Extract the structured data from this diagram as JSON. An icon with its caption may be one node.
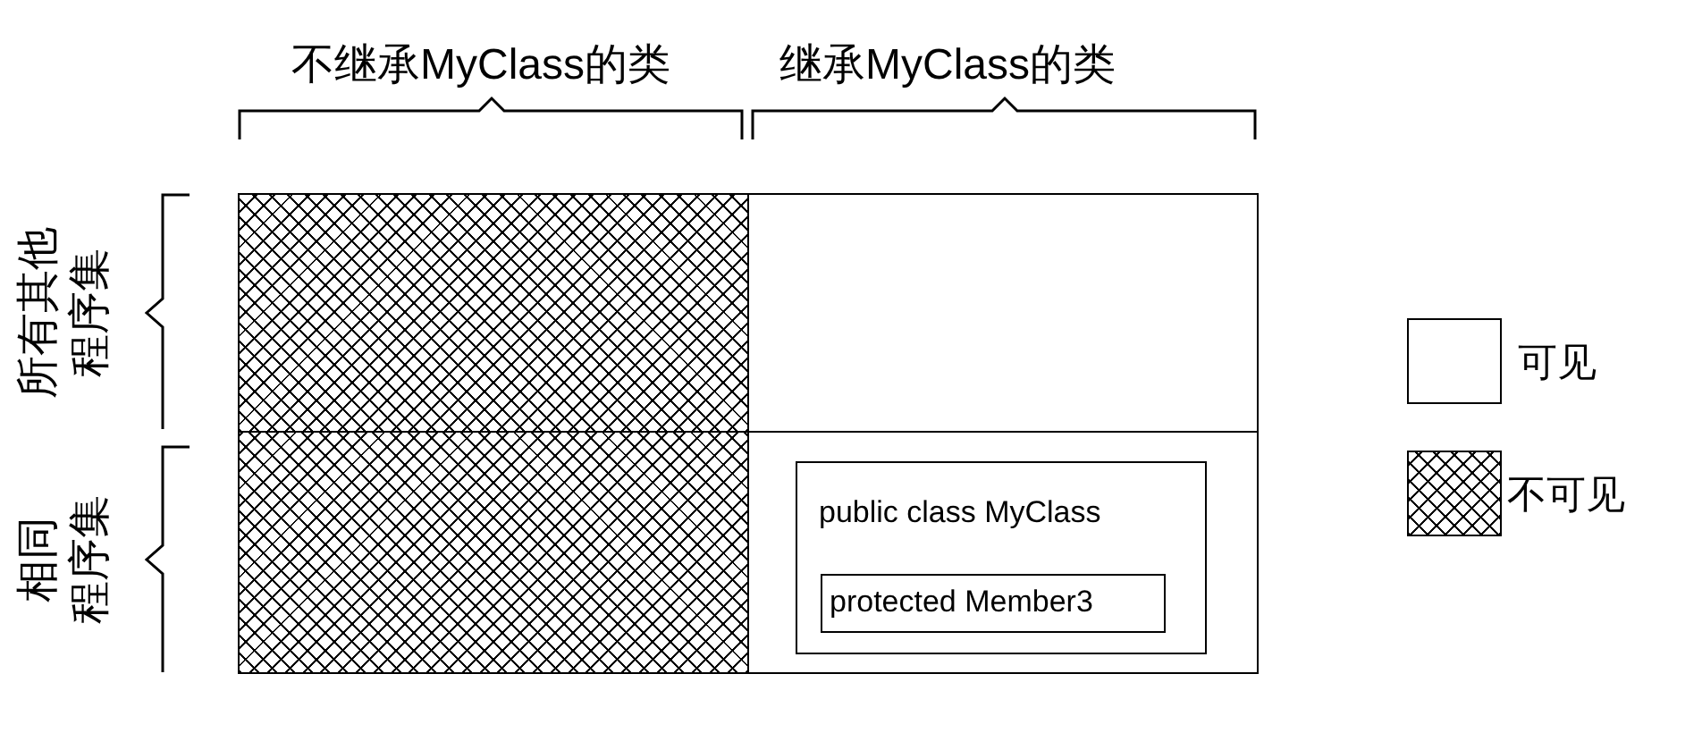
{
  "diagram": {
    "nodes": [
      {
        "text": [],
        "shape": "box"
      },
      {
        "text": [],
        "shape": "box"
      },
      {
        "text": [],
        "shape": "box"
      },
      {
        "text": [],
        "shape": "box"
      },
      {
        "text": [
          "public class MyClass"
        ],
        "in": 3
      },
      {
        "text": [
          "protected Member3"
        ],
        "in": 4
      }
    ],
    "labels": [
      "不继承MyClass的类",
      "继承MyClass的类",
      "所有其他程序集",
      "相同程序集"
    ],
    "legend": [
      {
        "text": "可见",
        "color": "#ffffff"
      },
      {
        "text": "不可见"
      }
    ]
  }
}
